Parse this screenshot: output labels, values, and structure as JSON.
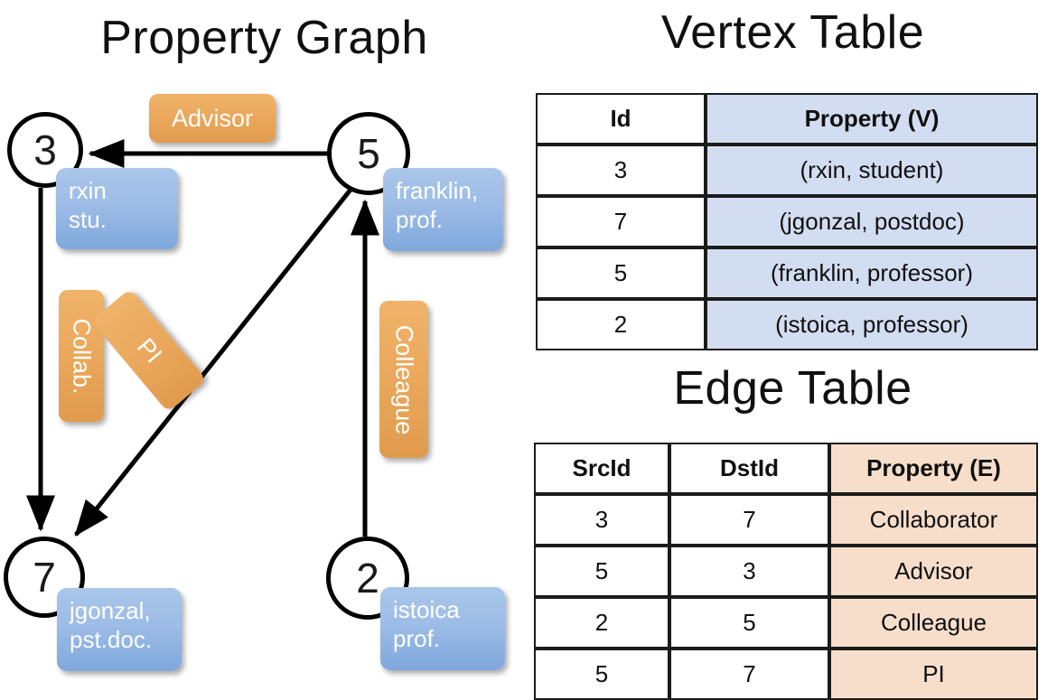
{
  "titles": {
    "graph": "Property Graph",
    "vertex": "Vertex Table",
    "edge": "Edge Table"
  },
  "graph": {
    "nodes": [
      {
        "id": "3",
        "property": "rxin\nstu."
      },
      {
        "id": "5",
        "property": "franklin,\nprof."
      },
      {
        "id": "7",
        "property": "jgonzal,\npst.doc."
      },
      {
        "id": "2",
        "property": "istoica\nprof."
      }
    ],
    "node_labels": {
      "n3": "3",
      "n5": "5",
      "n7": "7",
      "n2": "2"
    },
    "property_lines": {
      "rxin_1": "rxin",
      "rxin_2": "stu.",
      "franklin_1": "franklin,",
      "franklin_2": "prof.",
      "jgonzal_1": "jgonzal,",
      "jgonzal_2": "pst.doc.",
      "istoica_1": "istoica",
      "istoica_2": "prof."
    },
    "edge_labels": {
      "advisor": "Advisor",
      "collab": "Collab.",
      "pi": "PI",
      "colleague": "Colleague"
    },
    "edges": [
      {
        "src": "5",
        "dst": "3",
        "label": "Advisor"
      },
      {
        "src": "3",
        "dst": "7",
        "label": "Collab."
      },
      {
        "src": "5",
        "dst": "7",
        "label": "PI"
      },
      {
        "src": "2",
        "dst": "5",
        "label": "Colleague"
      }
    ]
  },
  "vertex_table": {
    "headers": {
      "id": "Id",
      "property": "Property (V)"
    },
    "rows": [
      {
        "id": "3",
        "property": "(rxin, student)"
      },
      {
        "id": "7",
        "property": "(jgonzal, postdoc)"
      },
      {
        "id": "5",
        "property": "(franklin, professor)"
      },
      {
        "id": "2",
        "property": "(istoica, professor)"
      }
    ]
  },
  "edge_table": {
    "headers": {
      "src": "SrcId",
      "dst": "DstId",
      "property": "Property (E)"
    },
    "rows": [
      {
        "src": "3",
        "dst": "7",
        "property": "Collaborator"
      },
      {
        "src": "5",
        "dst": "3",
        "property": "Advisor"
      },
      {
        "src": "2",
        "dst": "5",
        "property": "Colleague"
      },
      {
        "src": "5",
        "dst": "7",
        "property": "PI"
      }
    ]
  },
  "colors": {
    "vertex_property_fill": "#d3ddf1",
    "edge_property_fill": "#f6decb",
    "node_box_blue": "#9dbce6",
    "edge_label_orange": "#eaa85c",
    "stroke": "#1b1b1b"
  }
}
